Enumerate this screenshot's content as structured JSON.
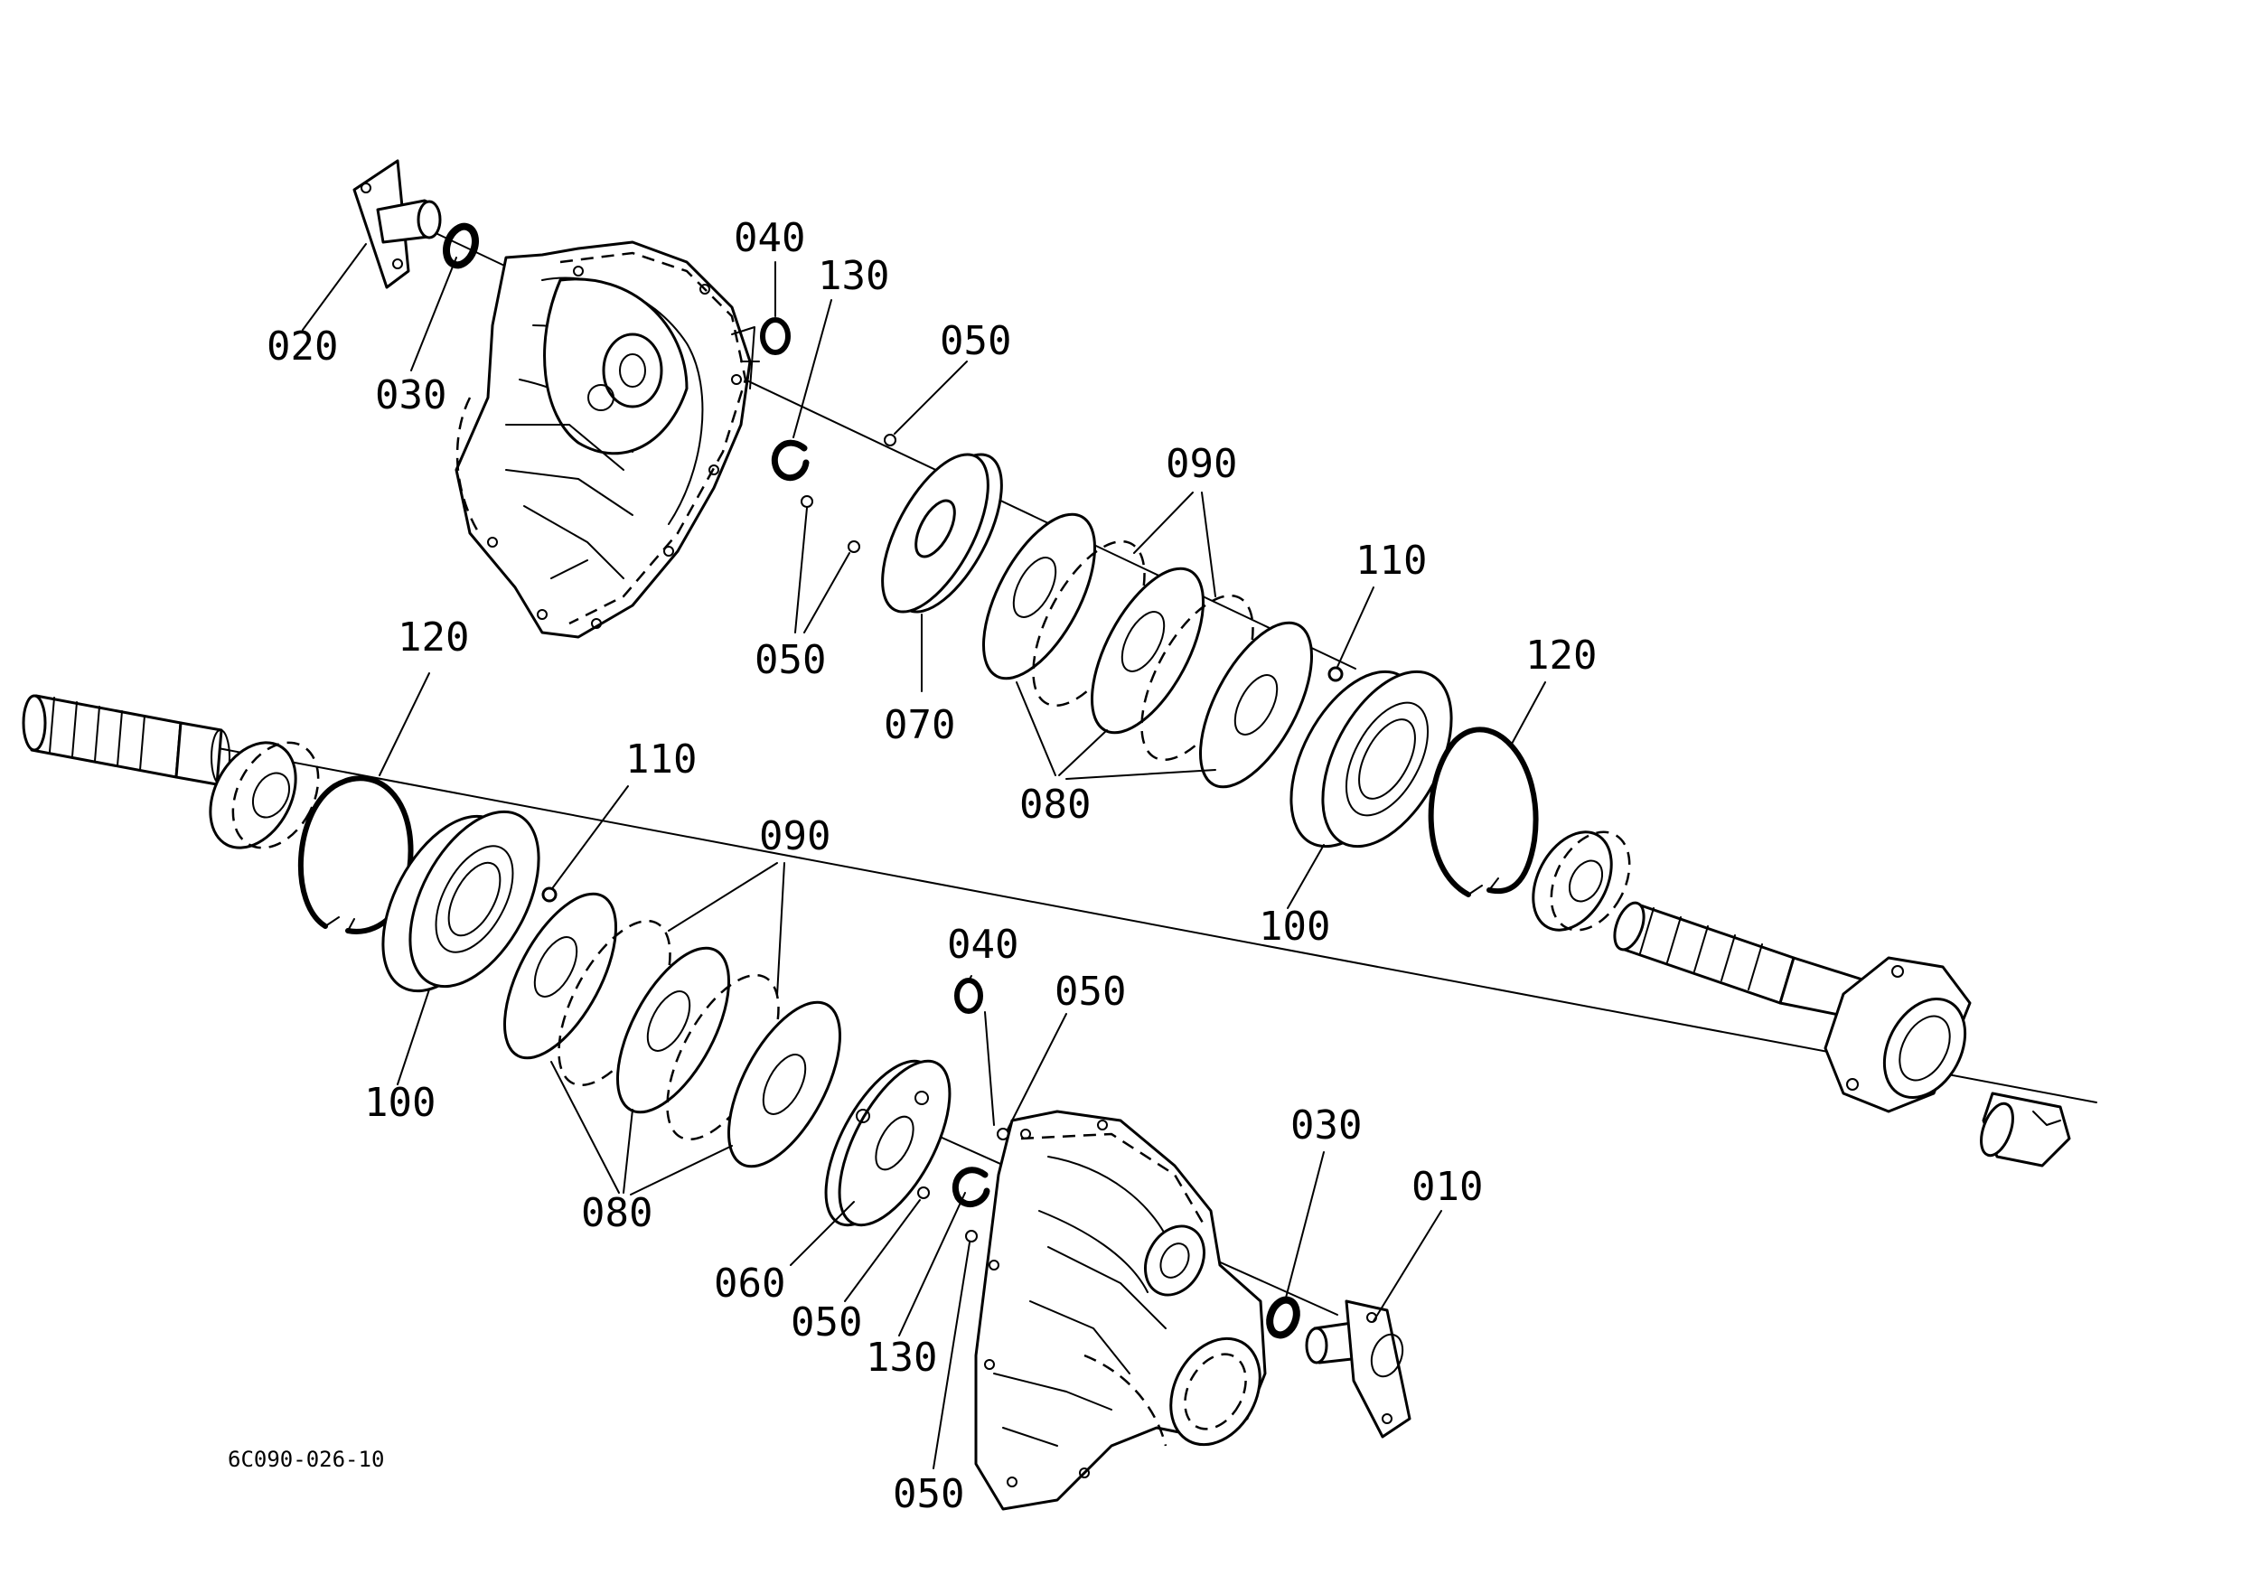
{
  "diagram": {
    "figure_code": "6C090-026-10",
    "callouts": [
      {
        "id": "c-020-top",
        "text": "020"
      },
      {
        "id": "c-030-top",
        "text": "030"
      },
      {
        "id": "c-040-top",
        "text": "040"
      },
      {
        "id": "c-130-top",
        "text": "130"
      },
      {
        "id": "c-050-top-a",
        "text": "050"
      },
      {
        "id": "c-050-top-b",
        "text": "050"
      },
      {
        "id": "c-070",
        "text": "070"
      },
      {
        "id": "c-090-top",
        "text": "090"
      },
      {
        "id": "c-080-top",
        "text": "080"
      },
      {
        "id": "c-110-top",
        "text": "110"
      },
      {
        "id": "c-120-right",
        "text": "120"
      },
      {
        "id": "c-100-right",
        "text": "100"
      },
      {
        "id": "c-120-left",
        "text": "120"
      },
      {
        "id": "c-110-mid",
        "text": "110"
      },
      {
        "id": "c-090-mid",
        "text": "090"
      },
      {
        "id": "c-100-left",
        "text": "100"
      },
      {
        "id": "c-080-mid",
        "text": "080"
      },
      {
        "id": "c-040-bot",
        "text": "040"
      },
      {
        "id": "c-050-bot-a",
        "text": "050"
      },
      {
        "id": "c-030-bot",
        "text": "030"
      },
      {
        "id": "c-010",
        "text": "010"
      },
      {
        "id": "c-060",
        "text": "060"
      },
      {
        "id": "c-050-bot-b",
        "text": "050"
      },
      {
        "id": "c-130-bot",
        "text": "130"
      },
      {
        "id": "c-050-bot-c",
        "text": "050"
      }
    ]
  }
}
